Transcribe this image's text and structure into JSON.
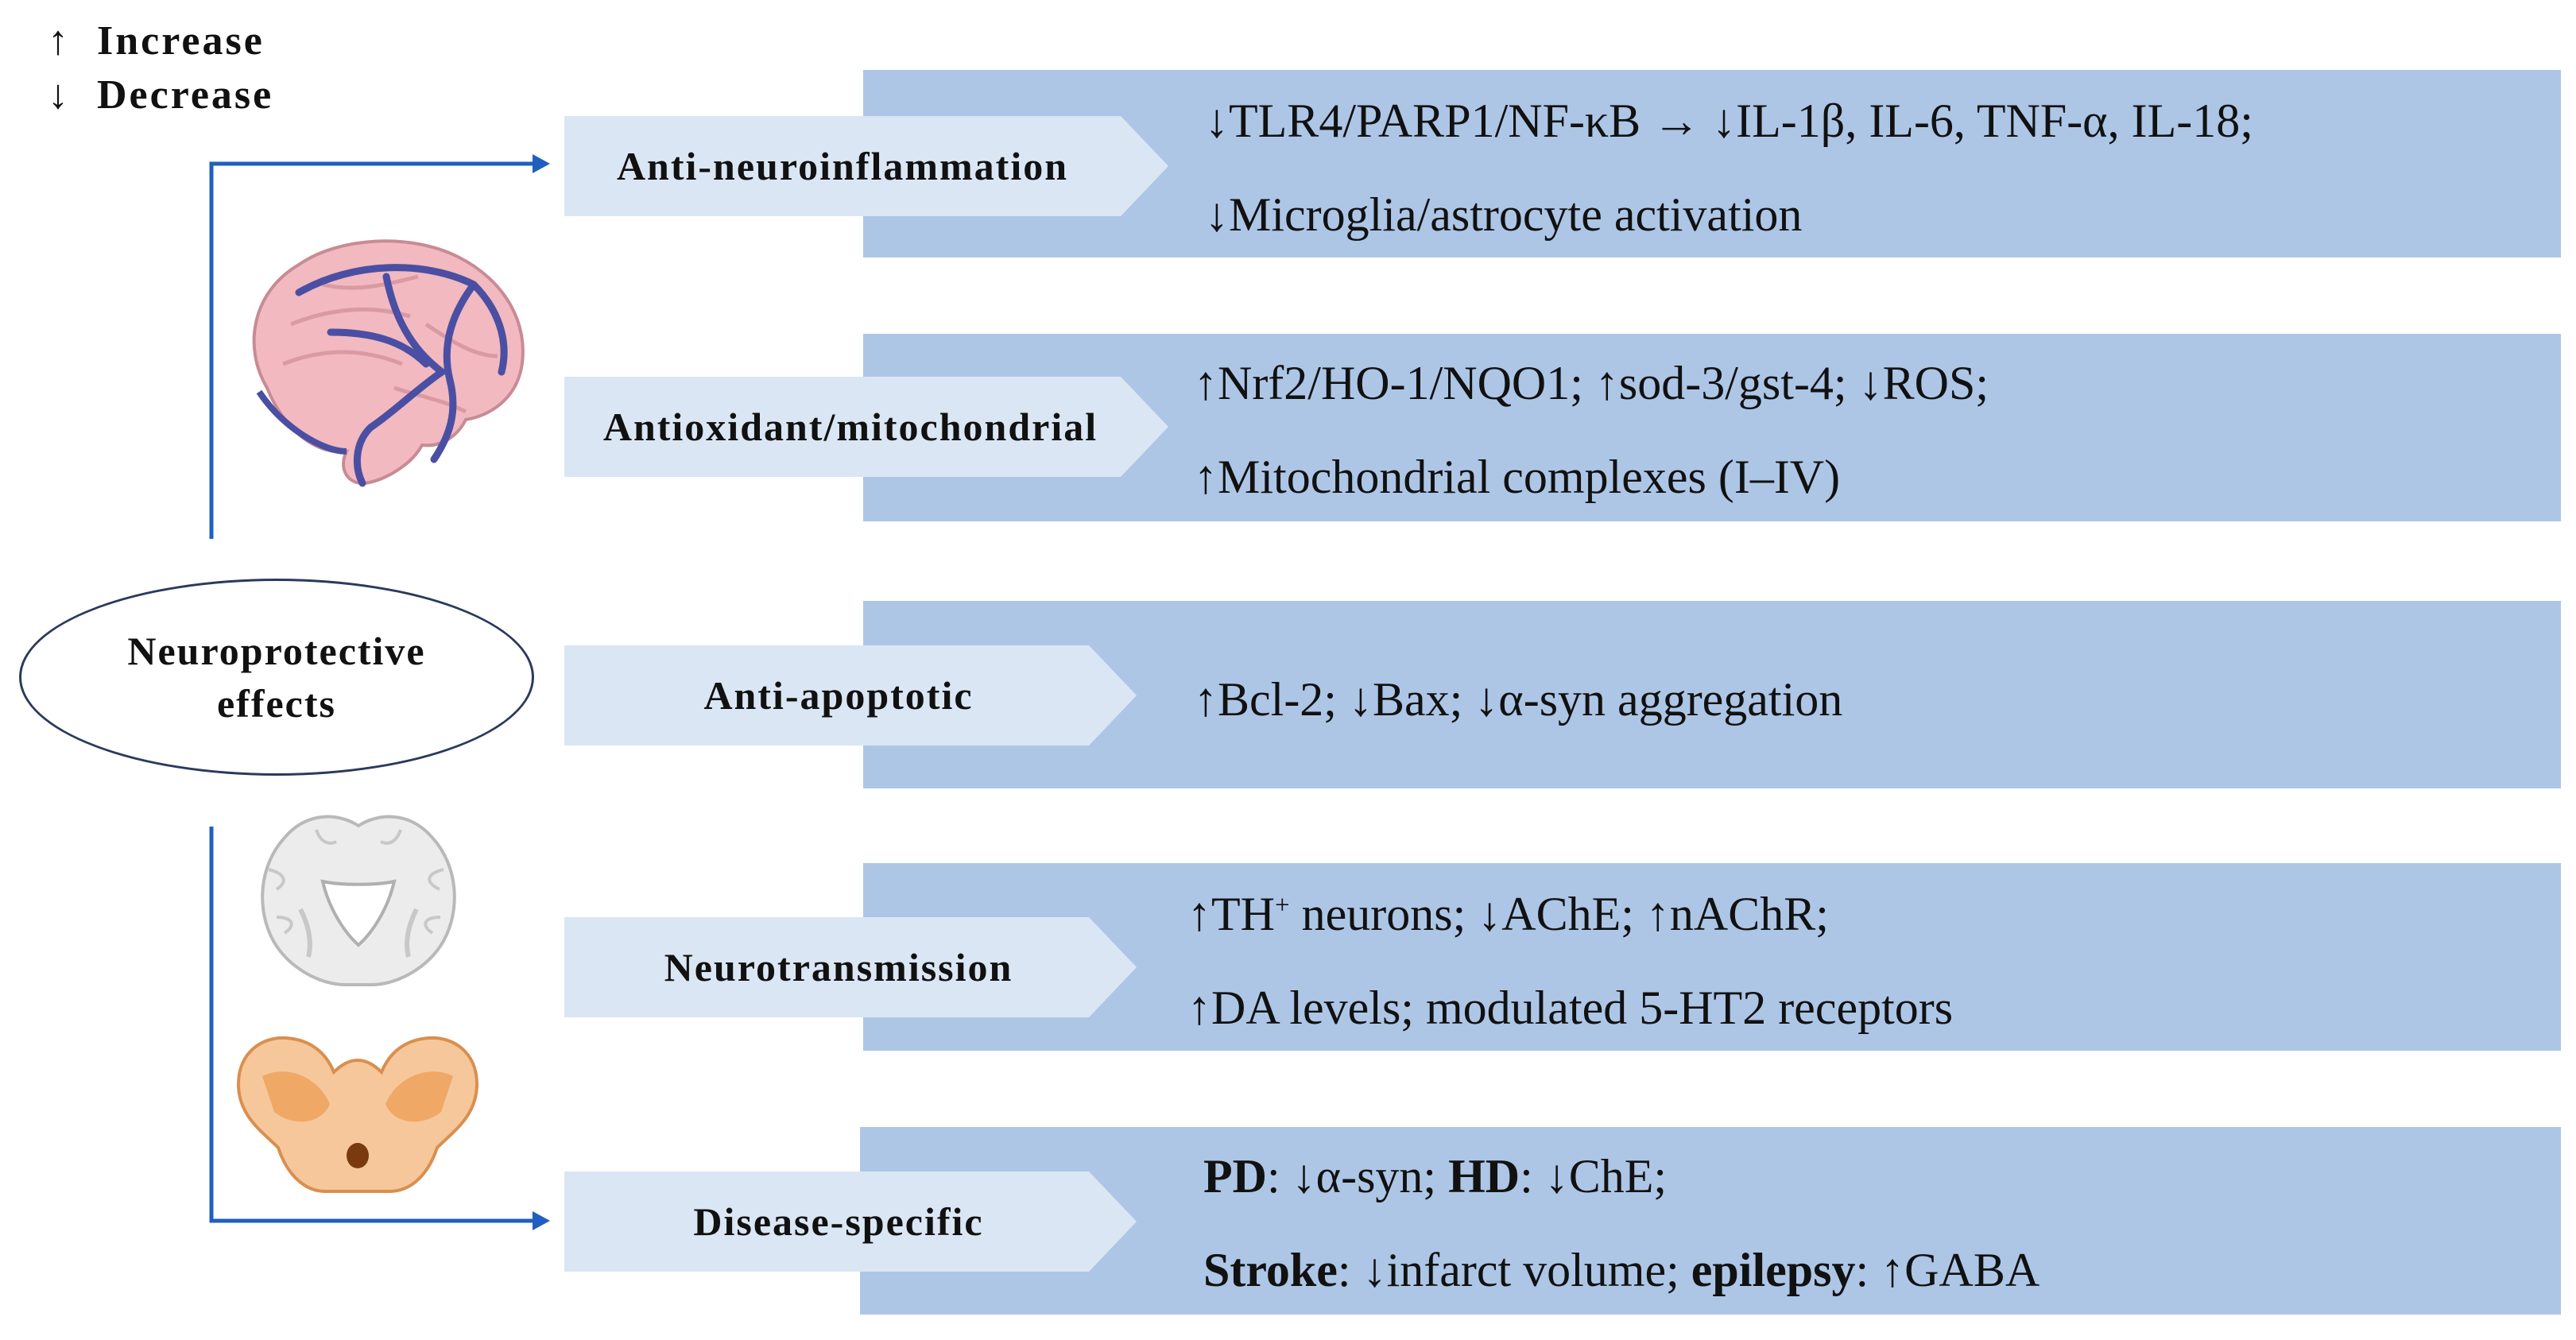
{
  "legend": {
    "increase_symbol": "↑",
    "increase_label": "Increase",
    "decrease_symbol": "↓",
    "decrease_label": "Decrease"
  },
  "center": {
    "line1": "Neuroprotective",
    "line2": "effects"
  },
  "categories": [
    {
      "label": "Anti-neuroinflammation",
      "line1": "↓TLR4/PARP1/NF-κB → ↓IL-1β, IL-6, TNF-α, IL-18;",
      "line2": "↓Microglia/astrocyte activation"
    },
    {
      "label": "Antioxidant/mitochondrial",
      "line1": "↑Nrf2/HO-1/NQO1; ↑sod-3/gst-4; ↓ROS;",
      "line2": "↑Mitochondrial  complexes (I–IV)"
    },
    {
      "label": "Anti-apoptotic",
      "line1": "↑Bcl-2; ↓Bax; ↓α-syn aggregation"
    },
    {
      "label": "Neurotransmission",
      "line1_pre": "↑TH",
      "line1_sup": "+",
      "line1_post": " neurons; ↓AChE; ↑nAChR;",
      "line2": "↑DA levels; modulated 5-HT2 receptors"
    },
    {
      "label": "Disease-specific",
      "pd": "PD",
      "pd_text": ": ↓α-syn; ",
      "hd": "HD",
      "hd_text": ": ↓ChE;",
      "stroke": "Stroke",
      "stroke_text": ": ↓infarct volume; ",
      "epilepsy": "epilepsy",
      "epilepsy_text": ": ↑GABA"
    }
  ],
  "icons": [
    "brain-icon",
    "brain-coronal-section-icon",
    "brainstem-section-icon"
  ],
  "colors": {
    "panel": "#adc6e6",
    "tag": "#dbe6f4",
    "arrow": "#1f5fbf",
    "ellipse_border": "#2b3a5c"
  }
}
